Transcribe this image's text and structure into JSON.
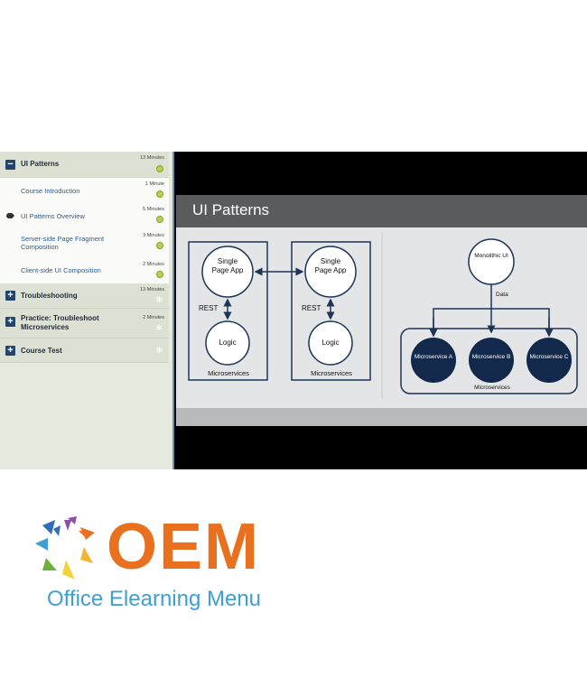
{
  "sidebar": {
    "sections": [
      {
        "title": "UI Patterns",
        "duration": "13 Minutes",
        "status": "complete",
        "expander": "minus",
        "items": [
          {
            "title": "Course Introduction",
            "duration": "1 Minute"
          },
          {
            "title": "UI Patterns Overview",
            "duration": "5 Minutes",
            "current": true
          },
          {
            "title": "Server-side Page Fragment Composition",
            "duration": "3 Minutes"
          },
          {
            "title": "Client-side UI Composition",
            "duration": "2 Minutes"
          }
        ]
      },
      {
        "title": "Troubleshooting",
        "duration": "13 Minutes",
        "status": "pending",
        "expander": "plus"
      },
      {
        "title": "Practice: Troubleshoot Microservices",
        "duration": "2 Minutes",
        "status": "pending",
        "expander": "plus"
      },
      {
        "title": "Course Test",
        "duration": "",
        "status": "pending",
        "expander": "plus"
      }
    ]
  },
  "slide": {
    "title": "UI Patterns",
    "left_diagram": {
      "app_label": "Single Page App",
      "link_label": "REST",
      "logic_label": "Logic",
      "container_label": "Microservices"
    },
    "right_diagram": {
      "top_label": "Monolithic UI",
      "edge_label": "Data",
      "nodes": [
        "Microservice A",
        "Microservice B",
        "Microservice C"
      ],
      "container_label": "Microservices"
    }
  },
  "logo": {
    "mark": "OEM",
    "subtitle": "Office Elearning Menu"
  },
  "colors": {
    "brand_orange": "#e8701f",
    "brand_blue": "#3f9fd3",
    "diagram_navy": "#1d3557",
    "progress_green": "#b8d14a"
  }
}
